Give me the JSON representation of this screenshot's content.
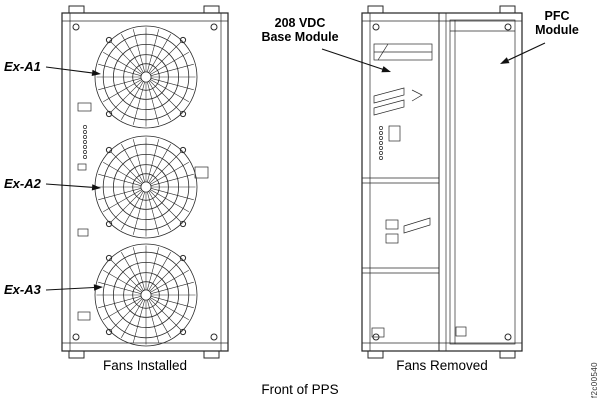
{
  "figure": {
    "caption": "Front of PPS",
    "figure_id": "f2c00540"
  },
  "left_panel": {
    "caption": "Fans Installed",
    "callouts": {
      "fan1": "Ex-A1",
      "fan2": "Ex-A2",
      "fan3": "Ex-A3"
    }
  },
  "right_panel": {
    "caption": "Fans Removed",
    "callouts": {
      "base_module": {
        "line1": "208 VDC",
        "line2": "Base Module"
      },
      "pfc_module": {
        "line1": "PFC",
        "line2": "Module"
      }
    }
  },
  "colors": {
    "line": "#2a2a2a",
    "text": "#000000",
    "background": "#ffffff"
  }
}
